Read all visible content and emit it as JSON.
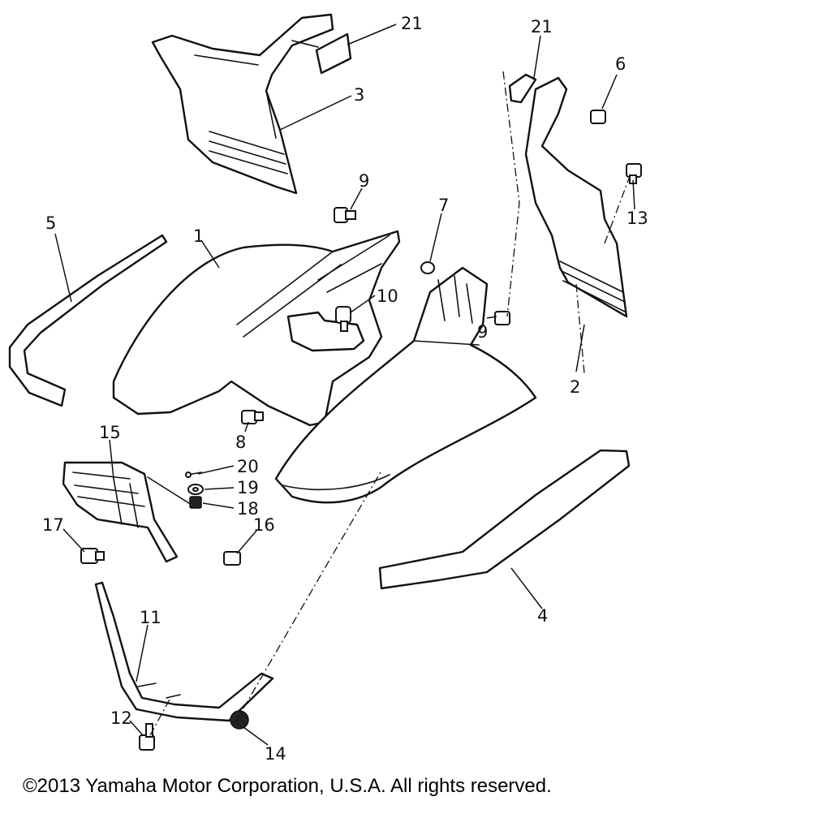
{
  "callouts": {
    "c1": "1",
    "c2": "2",
    "c3": "3",
    "c4": "4",
    "c5": "5",
    "c6": "6",
    "c7": "7",
    "c8": "8",
    "c9a": "9",
    "c9b": "9",
    "c10": "10",
    "c11": "11",
    "c12": "12",
    "c13": "13",
    "c14": "14",
    "c15": "15",
    "c16": "16",
    "c17": "17",
    "c18": "18",
    "c19": "19",
    "c20": "20",
    "c21a": "21",
    "c21b": "21"
  },
  "footer": {
    "copyright": "©2013 Yamaha Motor Corporation, U.S.A. All rights reserved."
  }
}
